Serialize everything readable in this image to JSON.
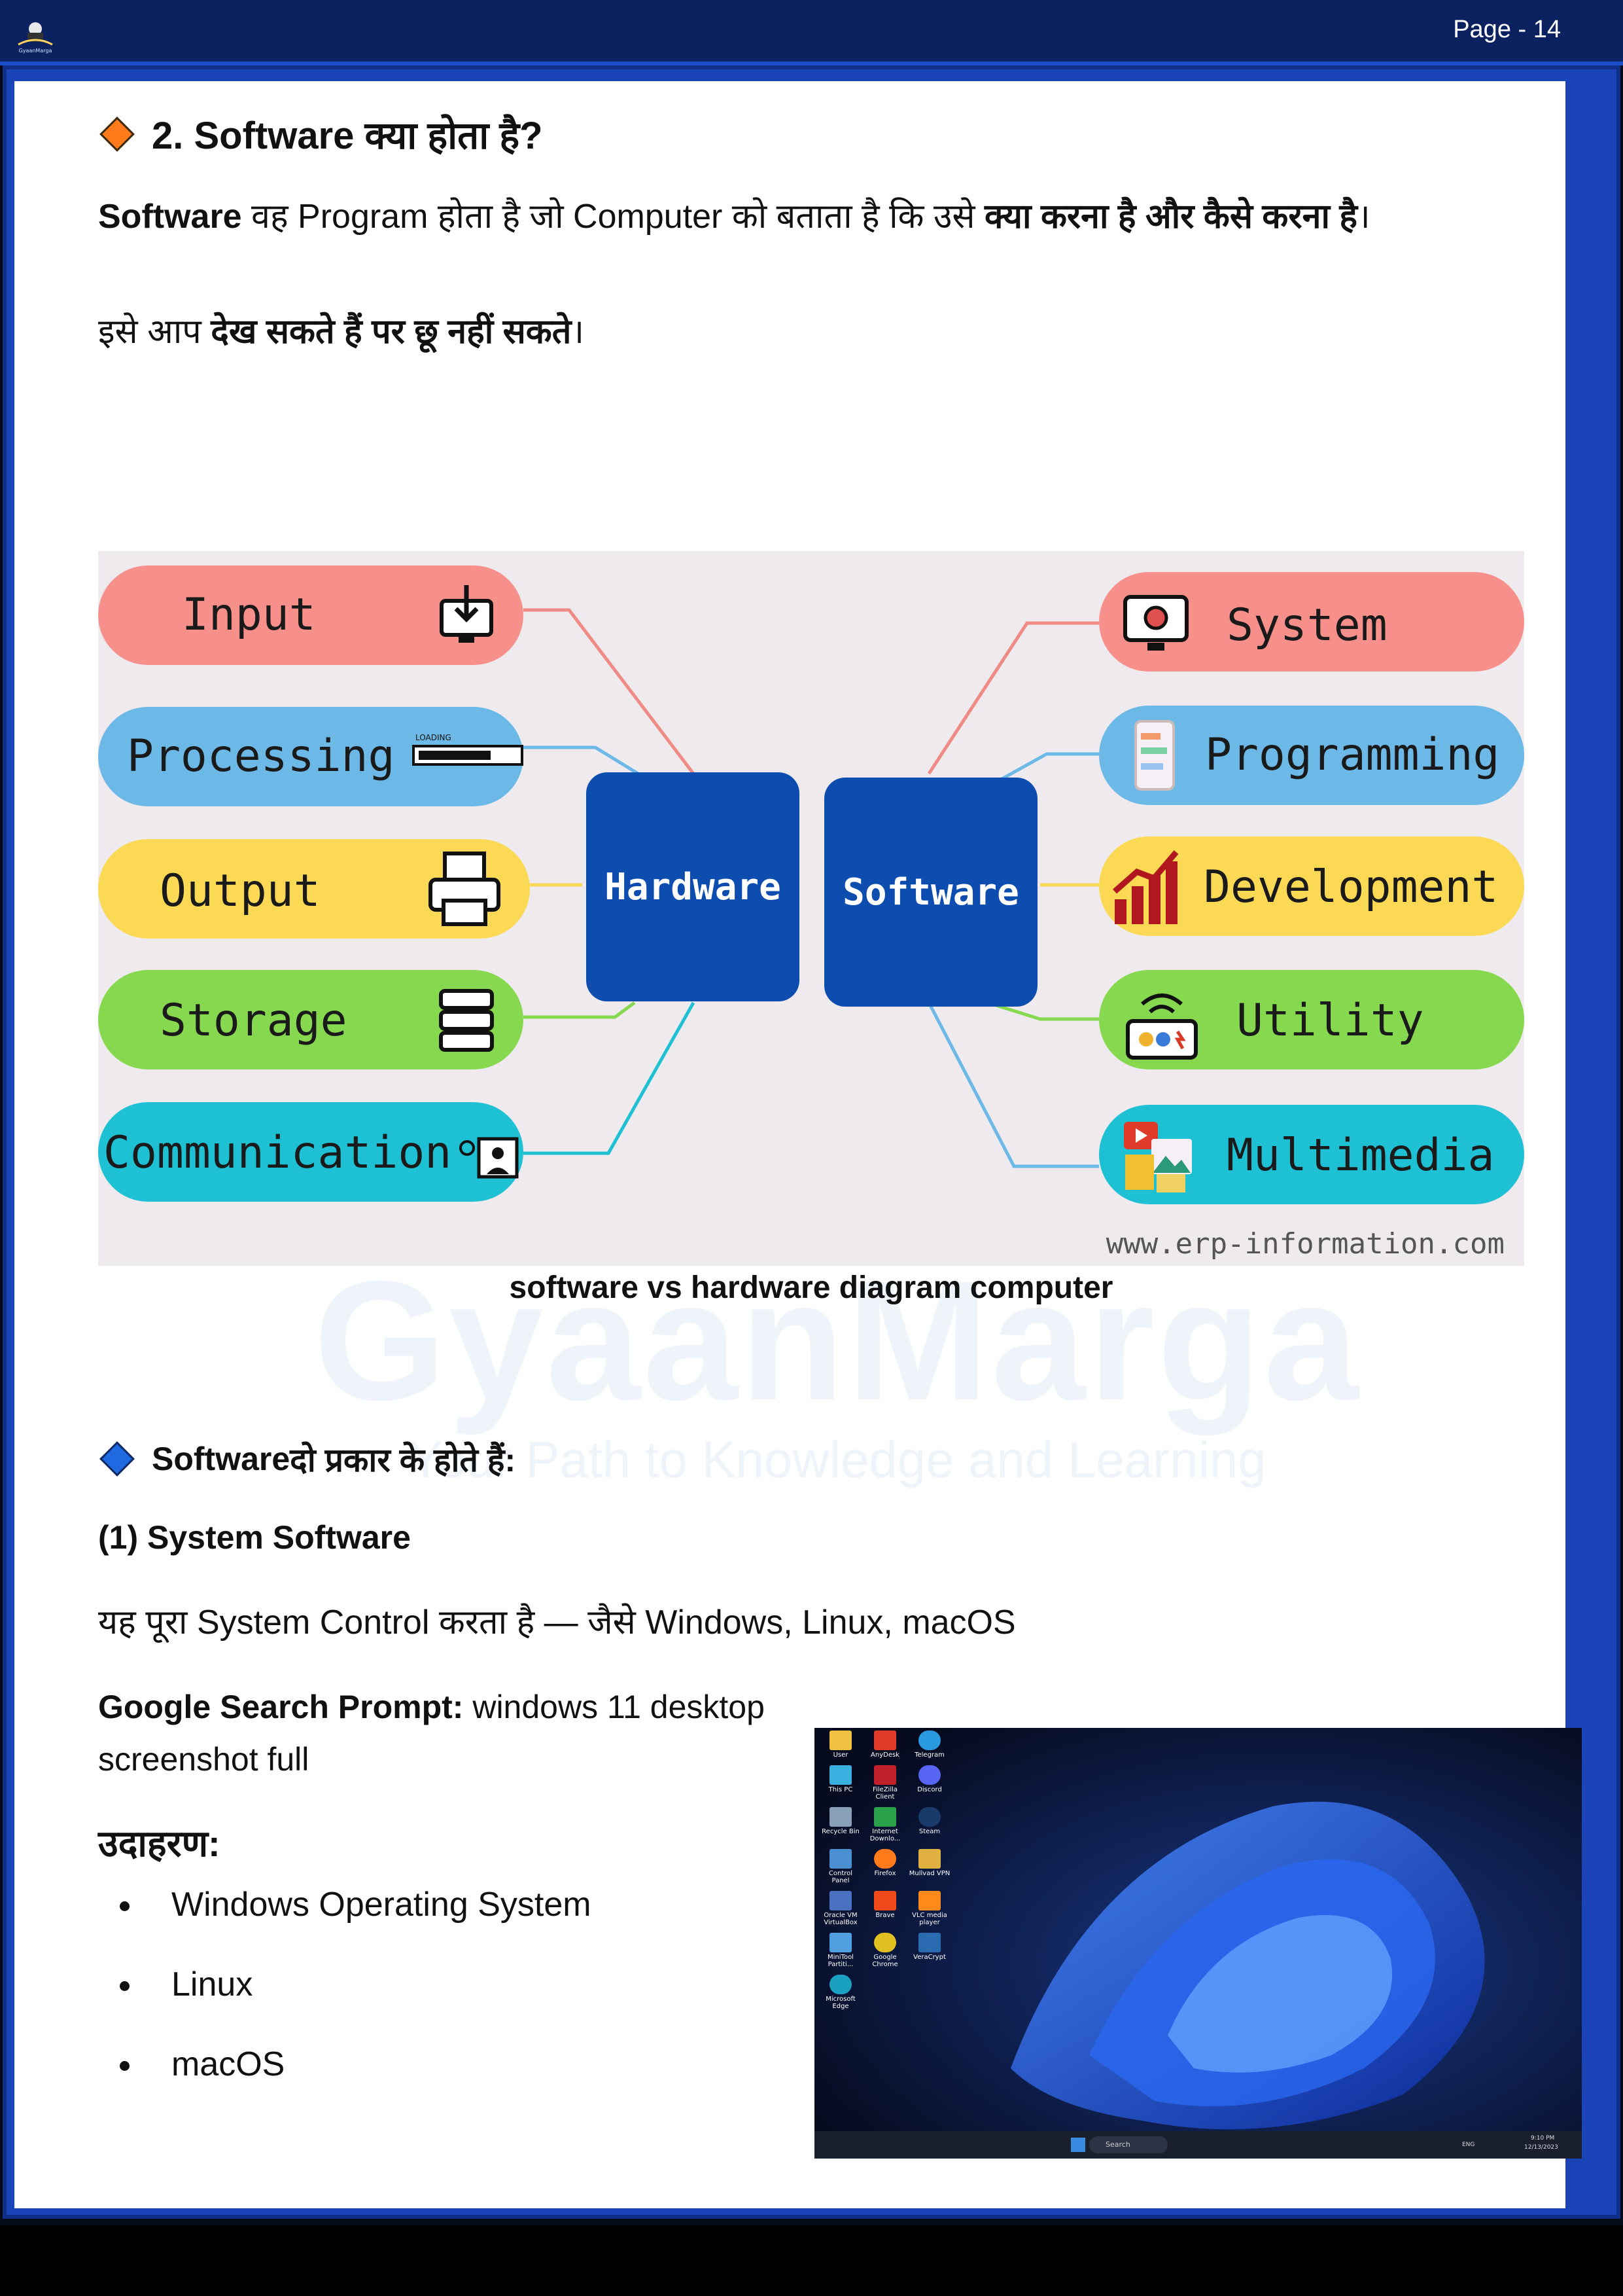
{
  "header": {
    "page_label": "Page - 14"
  },
  "watermark": {
    "brand": "GyaanMarga",
    "tagline": "Your Path to Knowledge and Learning"
  },
  "section": {
    "heading": "2. Software क्या होता है?",
    "intro_bold_start": "Software",
    "intro_mid": " वह Program होता है जो Computer को बताता है कि उसे ",
    "intro_bold_end": "क्या करना है और कैसे करना है",
    "intro_end": "।",
    "line2_start": "इसे आप ",
    "line2_bold": "देख सकते हैं पर छू नहीं सकते",
    "line2_end": "।"
  },
  "diagram": {
    "hardware_label": "Hardware",
    "software_label": "Software",
    "hardware_items": [
      "Input",
      "Processing",
      "Output",
      "Storage",
      "Communication"
    ],
    "software_items": [
      "System",
      "Programming",
      "Development",
      "Utility",
      "Multimedia"
    ],
    "loading_text": "LOADING",
    "credit": "www.erp-information.com",
    "caption": "software vs hardware diagram computer",
    "colors": {
      "input": "#f7908a",
      "processing": "#6cb8e6",
      "output": "#fbd954",
      "storage": "#86d84e",
      "communication": "#1ec0d4",
      "center": "#0e4db0",
      "background": "#eeeaee"
    }
  },
  "types": {
    "heading_bold1": "Software",
    "heading_rest": " दो प्रकार के होते हैं:",
    "system_heading": "(1) System Software",
    "system_desc": "यह पूरा System Control करता है — जैसे Windows, Linux, macOS",
    "prompt_label": "Google Search Prompt:",
    "prompt_text": " windows 11 desktop",
    "prompt_text2": "screenshot full",
    "examples_heading": "उदाहरण:",
    "examples": [
      "Windows Operating System",
      "Linux",
      "macOS"
    ]
  },
  "desktop": {
    "icons": [
      "User",
      "AnyDesk",
      "Telegram",
      "This PC",
      "FileZilla Client",
      "Discord",
      "Recycle Bin",
      "Internet Downlo...",
      "Steam",
      "Control Panel",
      "Firefox",
      "Mullvad VPN",
      "Oracle VM VirtualBox",
      "Brave",
      "VLC media player",
      "MiniTool Partiti...",
      "Google Chrome",
      "VeraCrypt",
      "Microsoft Edge"
    ],
    "taskbar_search": "Search",
    "taskbar_lang": "ENG",
    "taskbar_time": "9:10 PM",
    "taskbar_date": "12/13/2023"
  }
}
